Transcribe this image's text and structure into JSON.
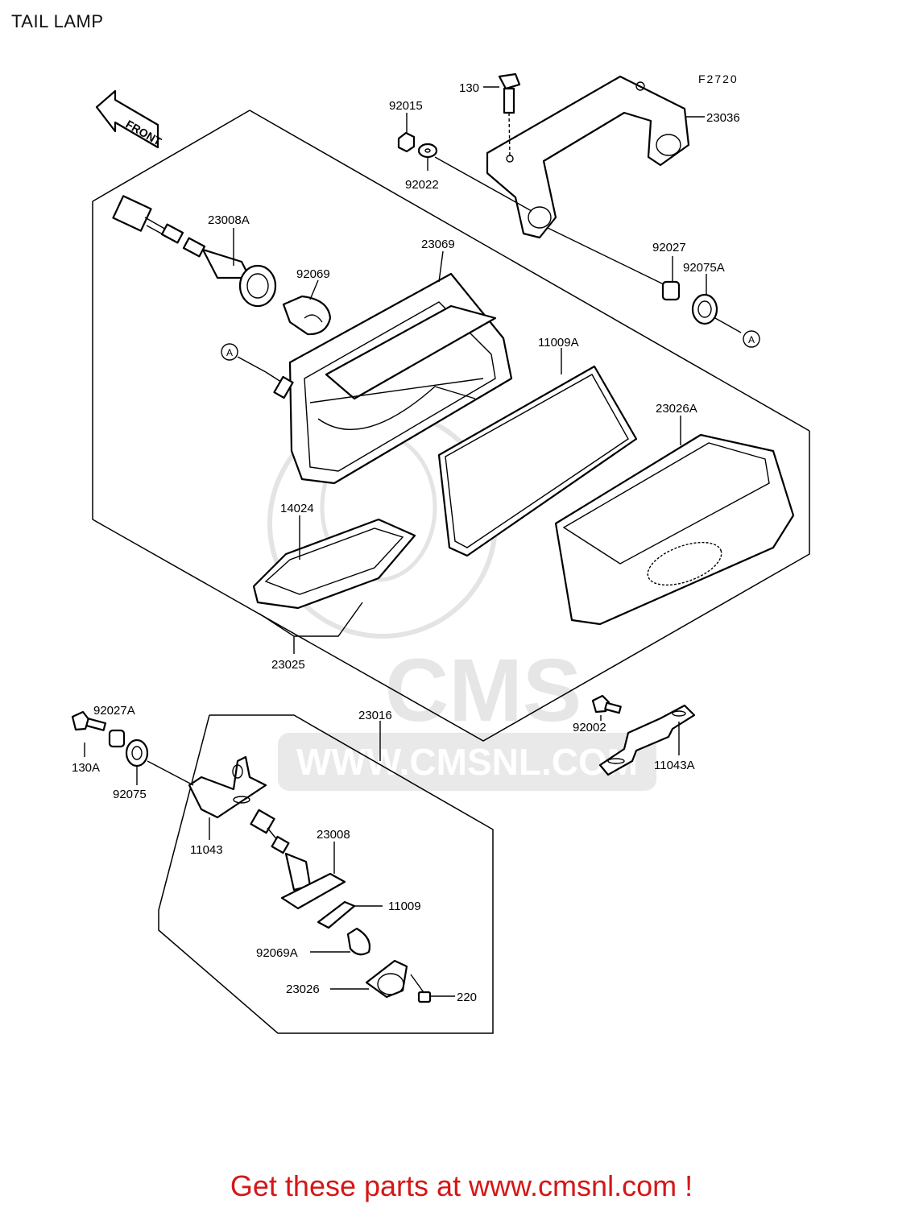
{
  "title": "TAIL LAMP",
  "figure_code": "F2720",
  "front_label": "FRONT",
  "reference_mark": "A",
  "watermark": {
    "brand": "CMS",
    "url": "WWW.CMSNL.COM"
  },
  "part_labels": {
    "p130": "130",
    "p92015": "92015",
    "p92022": "92022",
    "p23036": "23036",
    "p23008A": "23008A",
    "p23069": "23069",
    "p92069": "92069",
    "p92027": "92027",
    "p92075A": "92075A",
    "p11009A": "11009A",
    "p23026A": "23026A",
    "p14024": "14024",
    "p23025": "23025",
    "p92027A": "92027A",
    "p23016": "23016",
    "p130A": "130A",
    "p92075": "92075",
    "p92002": "92002",
    "p11043A": "11043A",
    "p11043": "11043",
    "p23008": "23008",
    "p11009": "11009",
    "p92069A": "92069A",
    "p23026": "23026",
    "p220": "220"
  },
  "footer": "Get these parts at www.cmsnl.com !",
  "colors": {
    "line": "#000000",
    "footer": "#d51717",
    "watermark": "#e2e2e2"
  }
}
